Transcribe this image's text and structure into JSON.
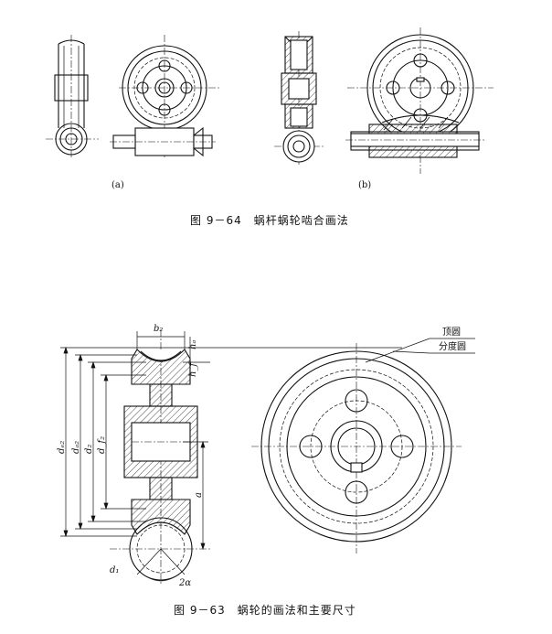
{
  "fig64": {
    "caption": "图 9－64　蜗杆蜗轮啮合画法",
    "sub_a": "(a)",
    "sub_b": "(b)"
  },
  "fig63": {
    "caption": "图 9－63　蜗轮的画法和主要尺寸",
    "labels": {
      "b2": "b₂",
      "ha": "hₐ",
      "hf": "h_f",
      "de2": "dₑ₂",
      "da2": "dₐ₂",
      "d2": "d₂",
      "df2": "d_f₂",
      "a": "a",
      "d1": "d₁",
      "two_alpha": "2α",
      "tip_circle": "顶圆",
      "pitch_circle": "分度圆"
    }
  }
}
